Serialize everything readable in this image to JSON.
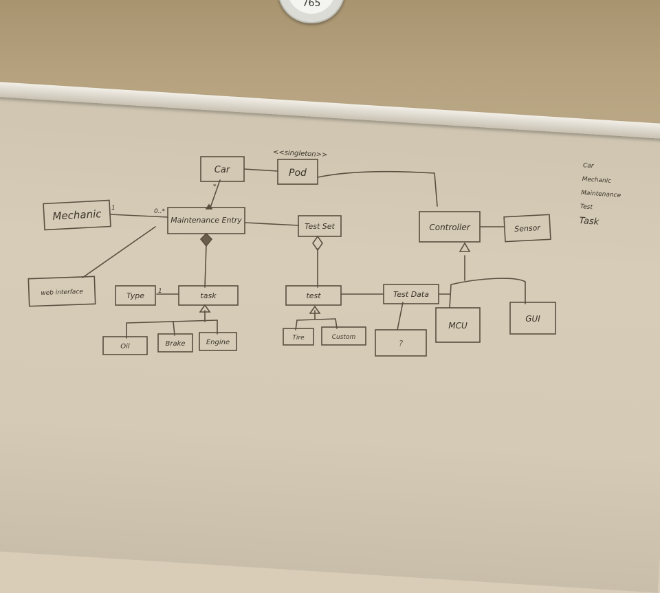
{
  "clock": {
    "number": "765"
  },
  "diagram": {
    "stereotype": "<<singleton>>",
    "boxes": {
      "car": "Car",
      "pod": "Pod",
      "mechanic": "Mechanic",
      "maintenance_entry": "Maintenance Entry",
      "test_set": "Test Set",
      "controller": "Controller",
      "sensor": "Sensor",
      "web_interface": "web interface",
      "type": "Type",
      "task": "task",
      "oil": "Oil",
      "brake": "Brake",
      "engine": "Engine",
      "test": "test",
      "test_data": "Test Data",
      "tire": "Tire",
      "custom": "Custom",
      "unknown": "?",
      "mcu": "MCU",
      "gui": "GUI"
    },
    "multiplicities": {
      "car_entry": "*",
      "mechanic_end": "1",
      "entry_end": "0..*",
      "type_end": "1"
    },
    "notes": [
      "Car",
      "Mechanic",
      "Maintenance",
      "Test",
      "Task"
    ]
  }
}
